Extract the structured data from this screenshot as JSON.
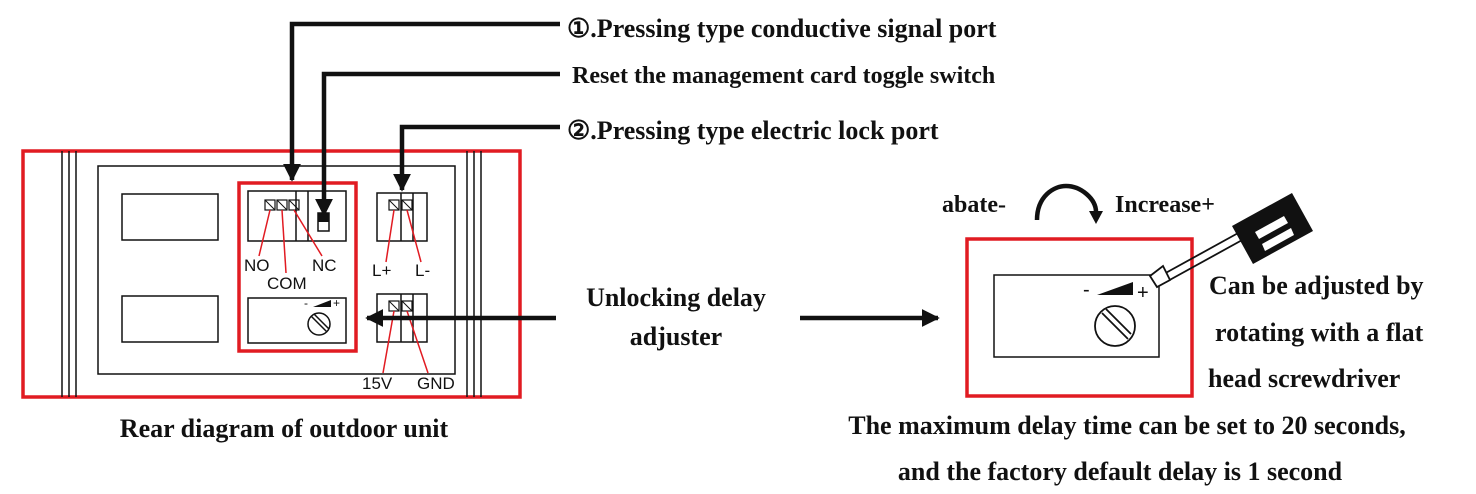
{
  "callouts": {
    "signal_port": "①.Pressing type conductive signal port",
    "reset_switch": "Reset the management card toggle switch",
    "lock_port": "②.Pressing type electric lock port"
  },
  "terminals": {
    "no": "NO",
    "com": "COM",
    "nc": "NC",
    "l_plus": "L+",
    "l_minus": "L-",
    "v15": "15V",
    "gnd": "GND"
  },
  "adjuster": {
    "minus": "-",
    "plus": "+",
    "label_line1": "Unlocking delay",
    "label_line2": "adjuster"
  },
  "rotation": {
    "abate": "abate-",
    "increase": "Increase+"
  },
  "screwdriver_note": {
    "line1": "Can be adjusted by",
    "line2": "rotating with a flat",
    "line3": "head screwdriver"
  },
  "caption_left": "Rear diagram of outdoor unit",
  "caption_right": {
    "line1": "The maximum delay time can be set to 20 seconds,",
    "line2": "and the factory default delay is 1 second"
  },
  "colors": {
    "highlight": "#e11b22",
    "ink": "#111111"
  }
}
